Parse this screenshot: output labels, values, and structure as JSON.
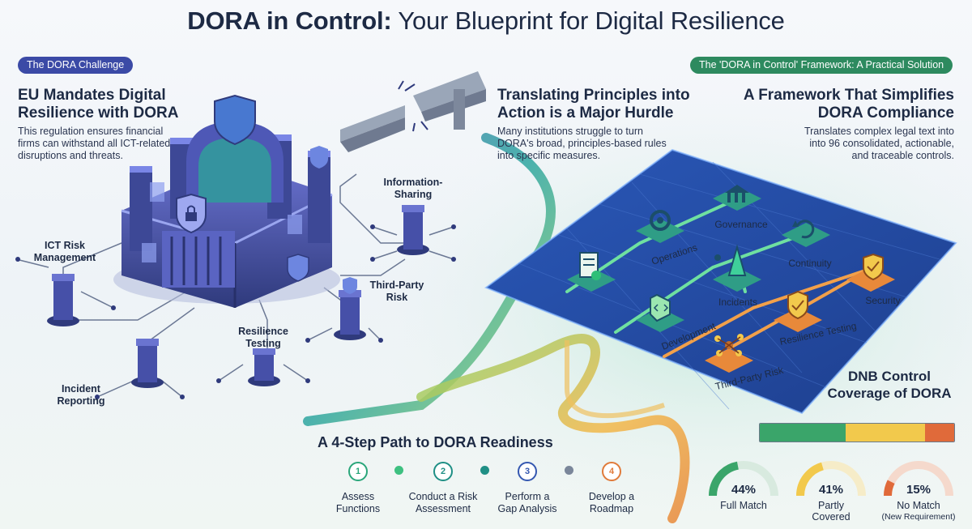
{
  "title": {
    "bold": "DORA in Control:",
    "rest": " Your Blueprint for Digital Resilience"
  },
  "left": {
    "pill": "The DORA Challenge",
    "heading_line1": "EU Mandates Digital",
    "heading_line2": "Resilience with DORA",
    "desc_line1": "This regulation ensures financial",
    "desc_line2": "firms can withstand all ICT-related",
    "desc_line3": "disruptions and threats.",
    "pillars": {
      "ict_line1": "ICT Risk",
      "ict_line2": "Management",
      "info_line1": "Information-",
      "info_line2": "Sharing",
      "third_line1": "Third-Party",
      "third_line2": "Risk",
      "res_line1": "Resilience",
      "res_line2": "Testing",
      "inc_line1": "Incident",
      "inc_line2": "Reporting"
    }
  },
  "middle": {
    "heading_line1": "Translating Principles into",
    "heading_line2": "Action is a Major Hurdle",
    "desc_line1": "Many institutions struggle to turn",
    "desc_line2": "DORA's broad, principles-based rules",
    "desc_line3": "into specific measures."
  },
  "right": {
    "pill": "The 'DORA in Control' Framework: A Practical Solution",
    "heading_line1": "A Framework That Simplifies",
    "heading_line2": "DORA Compliance",
    "desc_line1": "Translates complex legal text into",
    "desc_line2": "into 96 consolidated, actionable,",
    "desc_line3": "and traceable controls."
  },
  "nodes": {
    "governance": "Governance",
    "operations": "Operations",
    "continuity": "Continuity",
    "incidents": "Incidents",
    "security": "Security",
    "development": "Development",
    "resilience_testing": "Resilience Testing",
    "third_party_risk": "Third-Party Risk"
  },
  "steps": {
    "title": "A 4-Step Path to DORA Readiness",
    "items": [
      {
        "num": "1",
        "line1": "Assess",
        "line2": "Functions"
      },
      {
        "num": "2",
        "line1": "Conduct a Risk",
        "line2": "Assessment"
      },
      {
        "num": "3",
        "line1": "Perform a",
        "line2": "Gap Analysis"
      },
      {
        "num": "4",
        "line1": "Develop a",
        "line2": "Roadmap"
      }
    ]
  },
  "coverage": {
    "title_line1": "DNB Control",
    "title_line2": "Coverage of DORA",
    "full": {
      "pct": "44%",
      "value": 44,
      "label": "Full Match"
    },
    "partly": {
      "pct": "41%",
      "value": 41,
      "label_line1": "Partly",
      "label_line2": "Covered"
    },
    "none": {
      "pct": "15%",
      "value": 15,
      "label_line1": "No Match",
      "label_line2": "(New Requirement)"
    }
  },
  "colors": {
    "navy": "#1d2a44",
    "indigo": "#3b4aa6",
    "green": "#2d8a5f",
    "teal": "#1f9a8a",
    "blue": "#3457b0",
    "orange": "#e07a3a",
    "gauge_green": "#3aa56a",
    "gauge_yellow": "#f2c94c",
    "gauge_orange": "#e06a3a"
  },
  "icons": [
    "castle-icon",
    "pillar-icon",
    "bridge-icon",
    "shield-icon",
    "gear-icon",
    "bank-icon",
    "refresh-icon",
    "document-icon",
    "cone-icon",
    "code-icon",
    "network-icon",
    "check-shield-icon"
  ]
}
